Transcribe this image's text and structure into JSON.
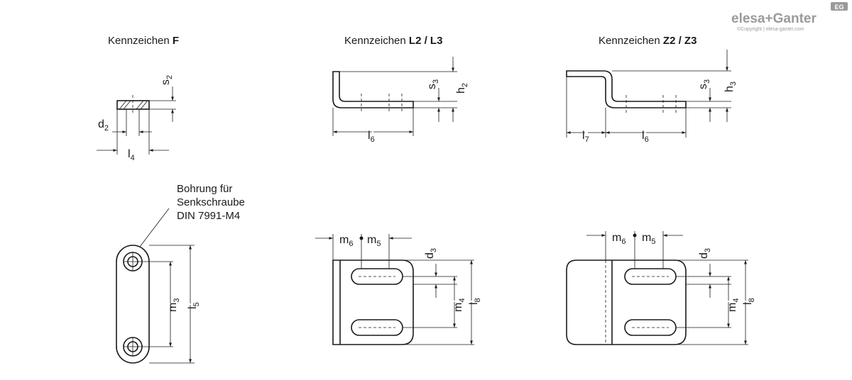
{
  "brand": {
    "name": "elesa+Ganter",
    "badge": "EG",
    "copyright": "©Copyright | elesa-ganter.com"
  },
  "views": {
    "f": {
      "prefix": "Kennzeichen ",
      "code": "F"
    },
    "l": {
      "prefix": "Kennzeichen ",
      "code": "L2 / L3"
    },
    "z": {
      "prefix": "Kennzeichen ",
      "code": "Z2 / Z3"
    }
  },
  "note": {
    "line1": "Bohrung für",
    "line2": "Senkschraube",
    "line3": "DIN 7991-M4"
  },
  "dims": {
    "s2": {
      "b": "s",
      "n": "2"
    },
    "d2": {
      "b": "d",
      "n": "2"
    },
    "l4": {
      "b": "l",
      "n": "4"
    },
    "s3": {
      "b": "s",
      "n": "3"
    },
    "h2": {
      "b": "h",
      "n": "2"
    },
    "h3": {
      "b": "h",
      "n": "3"
    },
    "l6": {
      "b": "l",
      "n": "6"
    },
    "l7": {
      "b": "l",
      "n": "7"
    },
    "m3": {
      "b": "m",
      "n": "3"
    },
    "l5": {
      "b": "l",
      "n": "5"
    },
    "m6": {
      "b": "m",
      "n": "6"
    },
    "m5": {
      "b": "m",
      "n": "5"
    },
    "d3": {
      "b": "d",
      "n": "3"
    },
    "m4": {
      "b": "m",
      "n": "4"
    },
    "l8": {
      "b": "l",
      "n": "8"
    }
  }
}
